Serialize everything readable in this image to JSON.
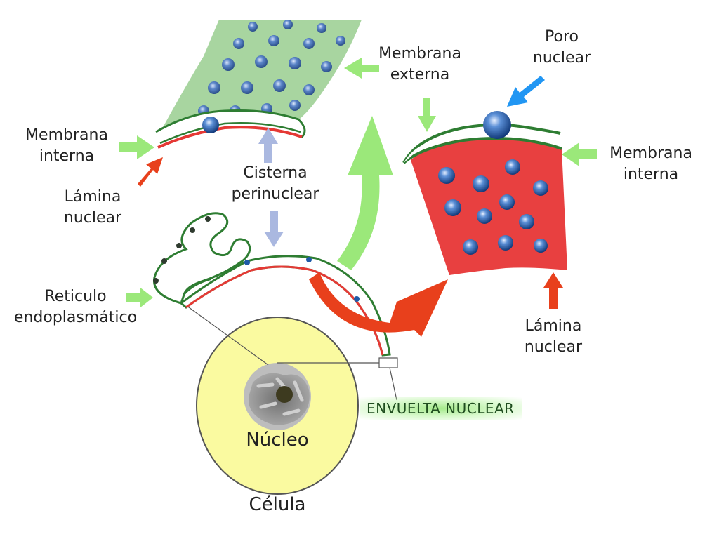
{
  "labels": {
    "membrana_externa": "Membrana\nexterna",
    "poro_nuclear": "Poro\nnuclear",
    "membrana_interna_left": "Membrana\ninterna",
    "membrana_interna_right": "Membrana\ninterna",
    "lamina_nuclear_left": "Lámina\nnuclear",
    "lamina_nuclear_right": "Lámina\nnuclear",
    "cisterna_perinuclear": "Cisterna\nperinuclear",
    "reticulo_endoplasmatico": "Reticulo\nendoplasmático",
    "envuelta_nuclear": "ENVUELTA NUCLEAR",
    "nucleo": "Núcleo",
    "celula": "Célula"
  },
  "colors": {
    "membrane_green": "#2e7d32",
    "lamina_red": "#e53935",
    "outer_panel": "#a8d5a0",
    "pore_blue": "#1e5aa8",
    "arrow_light_green": "#9be87a",
    "arrow_red": "#e8401c",
    "arrow_blue": "#2196f3",
    "arrow_lavender": "#aab8e0",
    "cell_yellow": "#fafaa0",
    "nucleus_gray": "#8a8a8a"
  }
}
